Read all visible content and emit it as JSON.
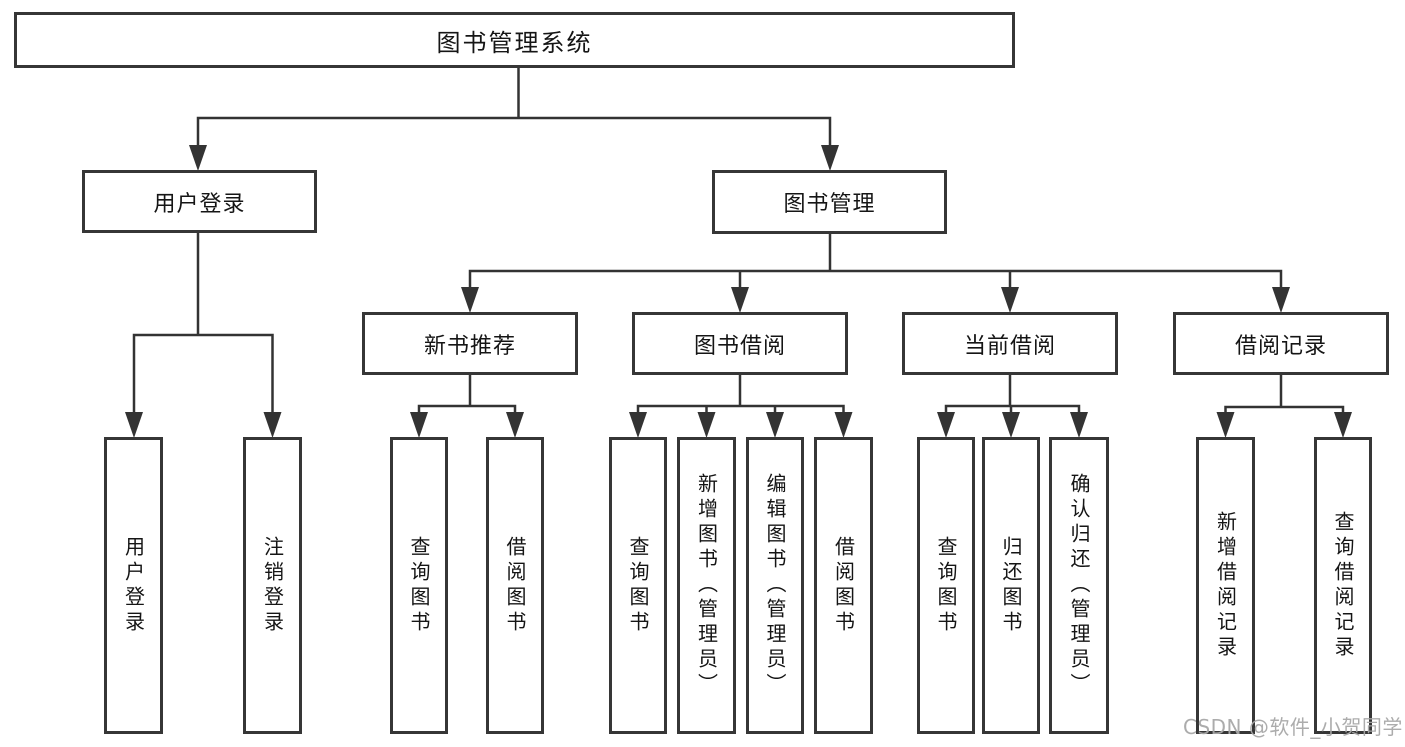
{
  "nodes": {
    "root": "图书管理系统",
    "user_login": "用户登录",
    "book_mgmt": "图书管理",
    "new_book_rec": "新书推荐",
    "book_borrow": "图书借阅",
    "current_borrow": "当前借阅",
    "borrow_records": "借阅记录",
    "leaf_user_login": "用户登录",
    "leaf_logout": "注销登录",
    "leaf_nbr_query_book": "查询图书",
    "leaf_nbr_borrow_book": "借阅图书",
    "leaf_bb_query_book": "查询图书",
    "leaf_bb_add_book": "新增图书（管理员）",
    "leaf_bb_edit_book": "编辑图书（管理员）",
    "leaf_bb_borrow_book": "借阅图书",
    "leaf_cb_query_book": "查询图书",
    "leaf_cb_return_book": "归还图书",
    "leaf_cb_confirm_return": "确认归还（管理员）",
    "leaf_br_add_record": "新增借阅记录",
    "leaf_br_query_record": "查询借阅记录"
  },
  "structure": {
    "root": [
      "user_login",
      "book_mgmt"
    ],
    "user_login": [
      "leaf_user_login",
      "leaf_logout"
    ],
    "book_mgmt": [
      "new_book_rec",
      "book_borrow",
      "current_borrow",
      "borrow_records"
    ],
    "new_book_rec": [
      "leaf_nbr_query_book",
      "leaf_nbr_borrow_book"
    ],
    "book_borrow": [
      "leaf_bb_query_book",
      "leaf_bb_add_book",
      "leaf_bb_edit_book",
      "leaf_bb_borrow_book"
    ],
    "current_borrow": [
      "leaf_cb_query_book",
      "leaf_cb_return_book",
      "leaf_cb_confirm_return"
    ],
    "borrow_records": [
      "leaf_br_add_record",
      "leaf_br_query_record"
    ]
  },
  "watermark": "CSDN @软件_小贺同学",
  "colors": {
    "line": "#333333",
    "box_border": "#363636",
    "box_fill": "#ffffff",
    "text": "#151515",
    "watermark": "#a8a8a8"
  }
}
